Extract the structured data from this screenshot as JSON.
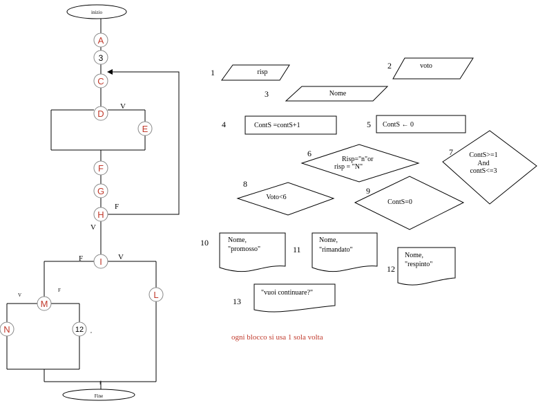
{
  "flowchart": {
    "start_label": "inizio",
    "end_label": "Fine",
    "nodes": {
      "A": "A",
      "three": "3",
      "C": "C",
      "D": "D",
      "E": "E",
      "F": "F",
      "G": "G",
      "H": "H",
      "I": "I",
      "L": "L",
      "M": "M",
      "N": "N",
      "twelve": "12"
    },
    "branch_labels": {
      "d_v": "V",
      "h_f": "F",
      "h_v": "V",
      "i_f": "F",
      "i_v": "V",
      "m_v": "V",
      "m_f": "F",
      "small_mark": ",",
      "bottom_mark": "f"
    }
  },
  "blocks": {
    "b1": {
      "num": "1",
      "text": "risp"
    },
    "b2": {
      "num": "2",
      "text": "voto"
    },
    "b3": {
      "num": "3",
      "text": "Nome"
    },
    "b4": {
      "num": "4",
      "text": "ContS =contS+1"
    },
    "b5": {
      "num": "5",
      "text": "ContS  ← 0"
    },
    "b6": {
      "num": "6",
      "line1": "Risp=\"n\"or",
      "line2": "risp = \"N\""
    },
    "b7": {
      "num": "7",
      "line1": "ContS>=1",
      "line2": "And",
      "line3": "contS<=3"
    },
    "b8": {
      "num": "8",
      "text": "Voto<6"
    },
    "b9": {
      "num": "9",
      "text": "ContS=0"
    },
    "b10": {
      "num": "10",
      "line1": "Nome,",
      "line2": "\"promosso\""
    },
    "b11": {
      "num": "11",
      "line1": "Nome,",
      "line2": "\"rimandato\""
    },
    "b12": {
      "num": "12",
      "line1": "Nome,",
      "line2": "\"respinto\""
    },
    "b13": {
      "num": "13",
      "text": "\"vuoi continuare?\""
    }
  },
  "note": "ogni blocco si usa 1 sola volta",
  "colors": {
    "node_letter": "#c0392b",
    "note": "#c0392b",
    "stroke": "#000000",
    "gray_circle": "#888888"
  }
}
